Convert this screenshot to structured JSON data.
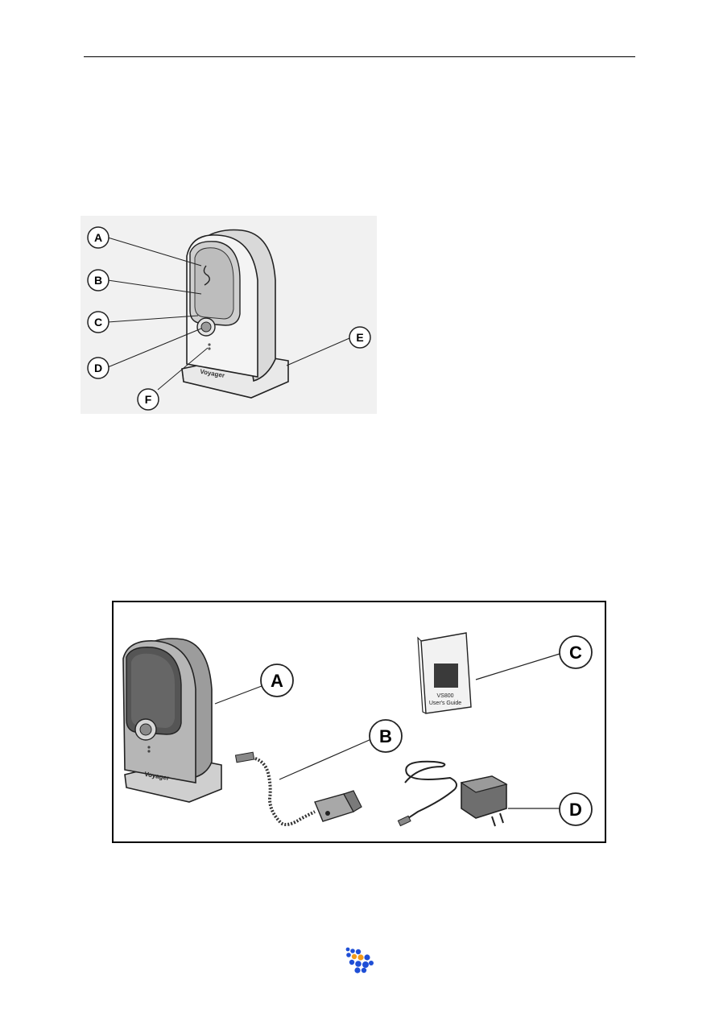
{
  "figure1": {
    "callouts": [
      "A",
      "B",
      "C",
      "D",
      "E",
      "F"
    ],
    "device_brand": "Voyager"
  },
  "figure2": {
    "callouts": [
      "A",
      "B",
      "C",
      "D"
    ],
    "guide_model": "VS800",
    "guide_title": "User's Guide",
    "device_brand": "Voyager"
  },
  "colors": {
    "logo_blue": "#1f4fd6",
    "logo_orange": "#f29a18"
  },
  "footer": {
    "logo_icon": "dotted-logo-icon"
  }
}
